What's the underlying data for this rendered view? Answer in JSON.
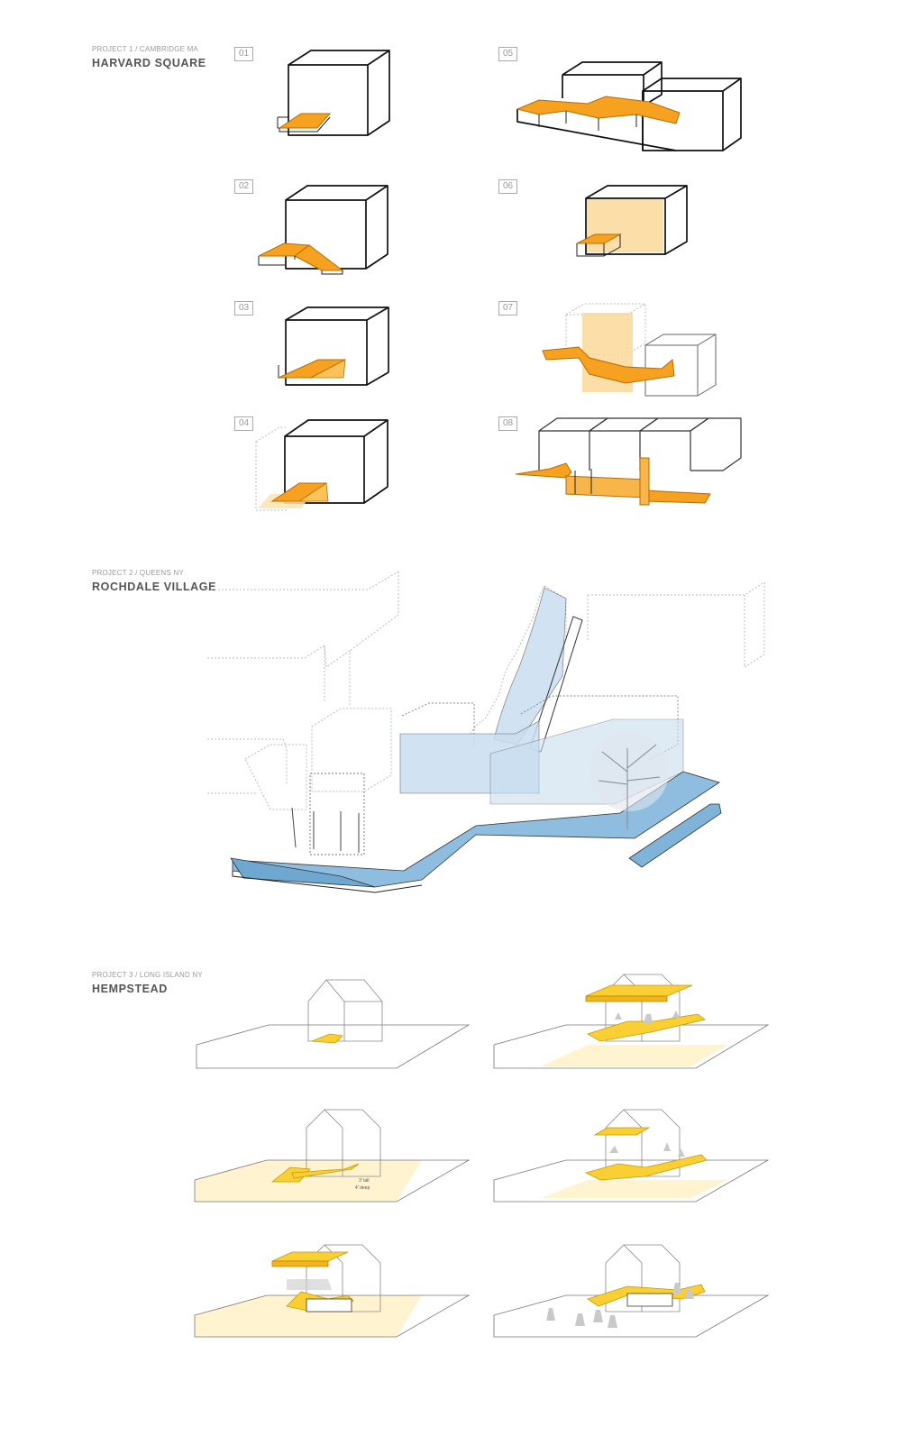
{
  "projects": [
    {
      "sub": "PROJECT 1 / CAMBRIDGE MA",
      "title": "HARVARD SQUARE"
    },
    {
      "sub": "PROJECT 2 / QUEENS NY",
      "title": "ROCHDALE VILLAGE"
    },
    {
      "sub": "PROJECT 3 / LONG ISLAND NY",
      "title": "HEMPSTEAD"
    }
  ],
  "steps": [
    "01",
    "02",
    "03",
    "04",
    "05",
    "06",
    "07",
    "08"
  ],
  "annotations": {
    "dim1": "3' tall",
    "dim2": "4' deep"
  },
  "colors": {
    "accent_orange": "#f6a11f",
    "accent_yellow": "#f9cf34",
    "accent_blue": "#7fb3d8"
  }
}
